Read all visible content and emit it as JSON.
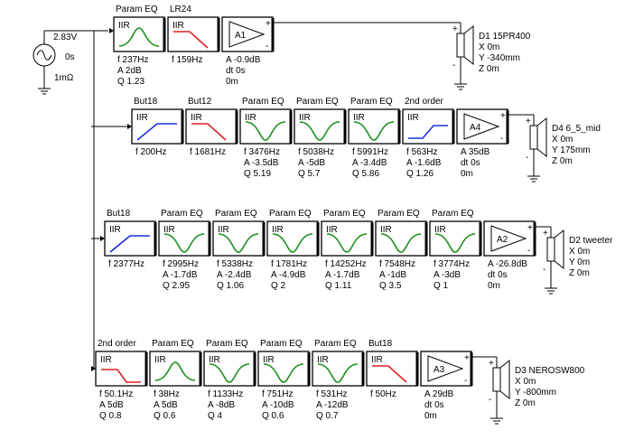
{
  "source": {
    "voltage": "2.83V",
    "delay": "0s",
    "resistance": "1mΩ"
  },
  "block_type_label": "IIR",
  "rows": [
    {
      "blocks": [
        {
          "title": "Param EQ",
          "shape": "peak",
          "color": "#1a8f1a",
          "params": [
            "f  237Hz",
            "A  2dB",
            "Q  1.23"
          ]
        },
        {
          "title": "LR24",
          "shape": "lowpass",
          "color": "#e02020",
          "params": [
            "f  159Hz"
          ]
        }
      ],
      "amp": {
        "label": "A1",
        "params": [
          "A  -0.9dB",
          "dt 0s",
          "0m"
        ]
      },
      "speaker": {
        "name": "D1 15PR400",
        "color": "#e02020",
        "coords": [
          "X 0m",
          "Y -340mm",
          "Z 0m"
        ]
      }
    },
    {
      "blocks": [
        {
          "title": "But18",
          "shape": "highpass",
          "color": "#1a2ee0",
          "params": [
            "f  200Hz"
          ]
        },
        {
          "title": "But12",
          "shape": "lowpass",
          "color": "#e02020",
          "params": [
            "f  1681Hz"
          ]
        },
        {
          "title": "Param EQ",
          "shape": "dip",
          "color": "#1a8f1a",
          "params": [
            "f  3476Hz",
            "A  -3.5dB",
            "Q  5.19"
          ]
        },
        {
          "title": "Param EQ",
          "shape": "dip",
          "color": "#1a8f1a",
          "params": [
            "f  5038Hz",
            "A  -5dB",
            "Q  5.7"
          ]
        },
        {
          "title": "Param EQ",
          "shape": "dip",
          "color": "#1a8f1a",
          "params": [
            "f  5991Hz",
            "A  -3.4dB",
            "Q  5.86"
          ]
        },
        {
          "title": "2nd order",
          "shape": "shelf",
          "color": "#1a2ee0",
          "params": [
            "f  563Hz",
            "A  -1.6dB",
            "Q  1.26"
          ]
        }
      ],
      "amp": {
        "label": "A4",
        "params": [
          "A  35dB",
          "dt 0s",
          "0m"
        ]
      },
      "speaker": {
        "name": "D4 6_5_mid",
        "color": "#f0a020",
        "coords": [
          "X 0m",
          "Y 175mm",
          "Z 0m"
        ]
      }
    },
    {
      "blocks": [
        {
          "title": "But18",
          "shape": "highpass",
          "color": "#1a2ee0",
          "params": [
            "f  2377Hz"
          ]
        },
        {
          "title": "Param EQ",
          "shape": "dip",
          "color": "#1a8f1a",
          "params": [
            "f  2995Hz",
            "A  -1.7dB",
            "Q  2.95"
          ]
        },
        {
          "title": "Param EQ",
          "shape": "dip",
          "color": "#1a8f1a",
          "params": [
            "f  5338Hz",
            "A  -2.4dB",
            "Q  1.06"
          ]
        },
        {
          "title": "Param EQ",
          "shape": "dip",
          "color": "#1a8f1a",
          "params": [
            "f  1781Hz",
            "A  -4.9dB",
            "Q  2"
          ]
        },
        {
          "title": "Param EQ",
          "shape": "dip",
          "color": "#1a8f1a",
          "params": [
            "f  14252Hz",
            "A  -1.7dB",
            "Q  1.11"
          ]
        },
        {
          "title": "Param EQ",
          "shape": "dip",
          "color": "#1a8f1a",
          "params": [
            "f  7548Hz",
            "A  -1dB",
            "Q  3.5"
          ]
        },
        {
          "title": "Param EQ",
          "shape": "dip",
          "color": "#1a8f1a",
          "params": [
            "f  3774Hz",
            "A  -3dB",
            "Q  1"
          ]
        }
      ],
      "amp": {
        "label": "A2",
        "params": [
          "A  -26.8dB",
          "dt 0s",
          "0m"
        ]
      },
      "speaker": {
        "name": "D2 tweeter",
        "color": "#1a8f1a",
        "coords": [
          "X 0m",
          "Y 0m",
          "Z 0m"
        ]
      }
    },
    {
      "blocks": [
        {
          "title": "2nd order",
          "shape": "shelfdown",
          "color": "#e02020",
          "params": [
            "f  50.1Hz",
            "A  5dB",
            "Q  0.8"
          ]
        },
        {
          "title": "Param EQ",
          "shape": "peak",
          "color": "#1a8f1a",
          "params": [
            "f  38Hz",
            "A  5dB",
            "Q  0.6"
          ]
        },
        {
          "title": "Param EQ",
          "shape": "dip",
          "color": "#1a8f1a",
          "params": [
            "f  1133Hz",
            "A  -8dB",
            "Q  4"
          ]
        },
        {
          "title": "Param EQ",
          "shape": "dip",
          "color": "#1a8f1a",
          "params": [
            "f  751Hz",
            "A  -10dB",
            "Q  0.6"
          ]
        },
        {
          "title": "Param EQ",
          "shape": "dip",
          "color": "#1a8f1a",
          "params": [
            "f  531Hz",
            "A  -12dB",
            "Q  0.7"
          ]
        },
        {
          "title": "But18",
          "shape": "lowpass",
          "color": "#e02020",
          "params": [
            "f  50Hz"
          ]
        }
      ],
      "amp": {
        "label": "A3",
        "params": [
          "A  29dB",
          "dt 0s",
          "0m"
        ]
      },
      "speaker": {
        "name": "D3 NEROSW800",
        "color": "#1a2ee0",
        "coords": [
          "X 0m",
          "Y -800mm",
          "Z 0m"
        ]
      }
    }
  ]
}
